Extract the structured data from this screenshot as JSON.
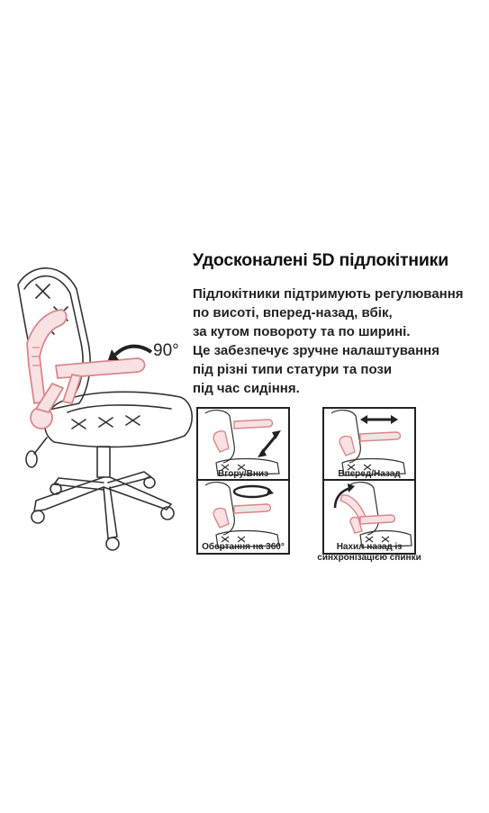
{
  "feature": {
    "title": "Удосконалені 5D підлокітники",
    "description_lines": [
      "Підлокітники підтримують регулювання",
      "по висоті, вперед-назад, вбік,",
      "за кутом повороту та по ширині.",
      "Це забезпечує зручне налаштування",
      "під різні типи статури та пози",
      "під час сидіння."
    ],
    "angle_label": "90°"
  },
  "adjustments": [
    {
      "caption": "Вгору/Вниз",
      "icon": "up-down-arrow-icon"
    },
    {
      "caption": "Вперед/Назад",
      "icon": "forward-back-arrow-icon"
    },
    {
      "caption": "Обертання на 360°",
      "icon": "rotate-360-arrow-icon"
    },
    {
      "caption_lines": [
        "Нахил назад із",
        "синхронізацією спинки"
      ],
      "icon": "tilt-back-arrow-icon"
    }
  ],
  "colors": {
    "outline": "#333333",
    "armrest": "#d9868a",
    "armrest_fill": "#f7e1e2"
  }
}
